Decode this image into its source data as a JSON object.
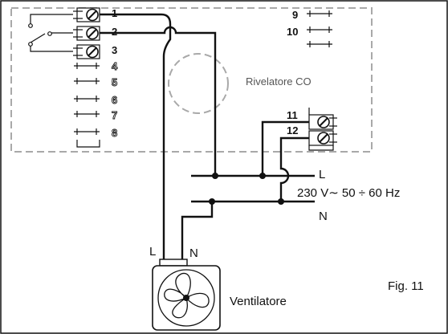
{
  "terminals_left": {
    "t1": "1",
    "t2": "2",
    "t3": "3",
    "t4": "4",
    "t5": "5",
    "t6": "6",
    "t7": "7",
    "t8": "8"
  },
  "terminals_right": {
    "t9": "9",
    "t10": "10",
    "t11": "11",
    "t12": "12"
  },
  "detector": {
    "label": "Rivelatore CO"
  },
  "mains": {
    "line_label": "L",
    "neutral_label": "N",
    "supply_label": "230 V∼  50 ÷ 60 Hz"
  },
  "fan": {
    "label": "Ventilatore",
    "terminal_l": "L",
    "terminal_n": "N"
  },
  "figure": {
    "caption": "Fig. 11"
  }
}
